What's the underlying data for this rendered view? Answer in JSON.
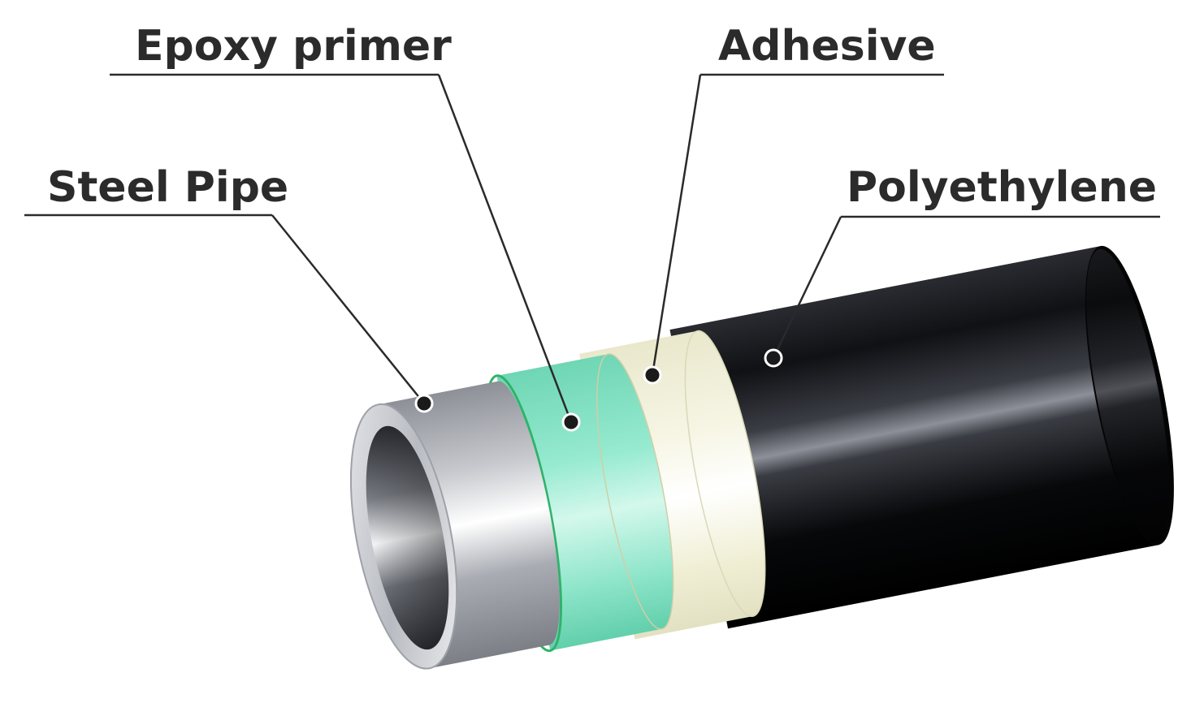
{
  "labels": {
    "steel_pipe": "Steel Pipe",
    "epoxy_primer": "Epoxy primer",
    "adhesive": "Adhesive",
    "polyethylene": "Polyethylene"
  },
  "colors": {
    "steel": "#b9bcc2",
    "epoxy": "#8fe3c8",
    "epoxy_edge": "#2fb36a",
    "adhesive": "#f1f0d8",
    "polyethylene": "#0c0c0e",
    "text": "#2b2b2b"
  }
}
